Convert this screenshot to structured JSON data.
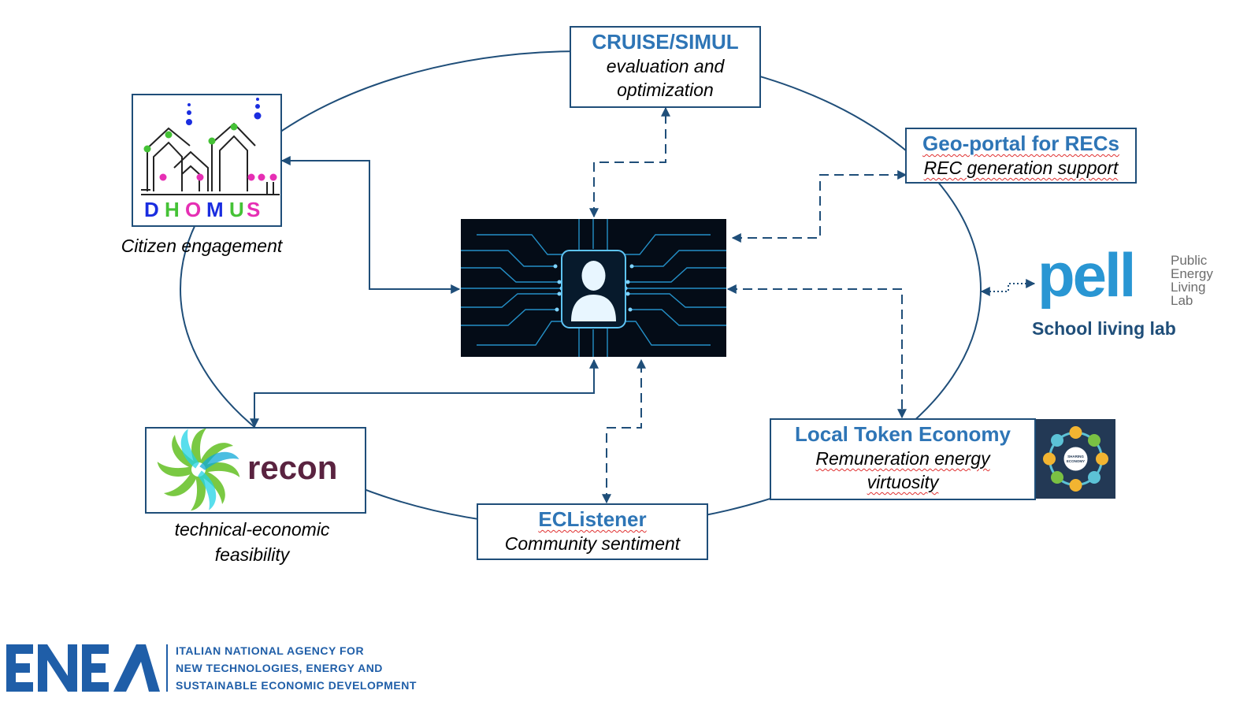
{
  "diagram": {
    "center": {
      "icon": "ai-user-circuit-icon"
    },
    "cruise": {
      "title": "CRUISE/SIMUL",
      "line1": "evaluation and",
      "line2": "optimization"
    },
    "geoportal": {
      "title": "Geo-portal for RECs",
      "subtitle": "REC generation support"
    },
    "dhomus": {
      "logo_text": "DHOMUS",
      "caption": "Citizen engagement"
    },
    "pell": {
      "word": "pell",
      "side_lines": [
        "Public",
        "Energy",
        "Living",
        "Lab"
      ],
      "caption": "School living lab"
    },
    "token": {
      "title": "Local Token Economy",
      "line1": "Remuneration energy",
      "line2": "virtuosity",
      "badge": "SHARING ECONOMY"
    },
    "recon": {
      "logo_text": "recon",
      "caption_line1": "technical-economic",
      "caption_line2": "feasibility"
    },
    "eclistener": {
      "title": "ECListener",
      "subtitle": "Community sentiment"
    }
  },
  "footer": {
    "agency_lines": [
      "ITALIAN NATIONAL AGENCY FOR",
      "NEW TECHNOLOGIES, ENERGY AND",
      "SUSTAINABLE ECONOMIC DEVELOPMENT"
    ]
  },
  "colors": {
    "connector": "#1f4e79",
    "box_border": "#1f4e79",
    "title_blue": "#2e75b6",
    "pell_blue": "#2996d3",
    "enea_blue": "#1f5ea8",
    "recon_purple": "#5a2340"
  }
}
